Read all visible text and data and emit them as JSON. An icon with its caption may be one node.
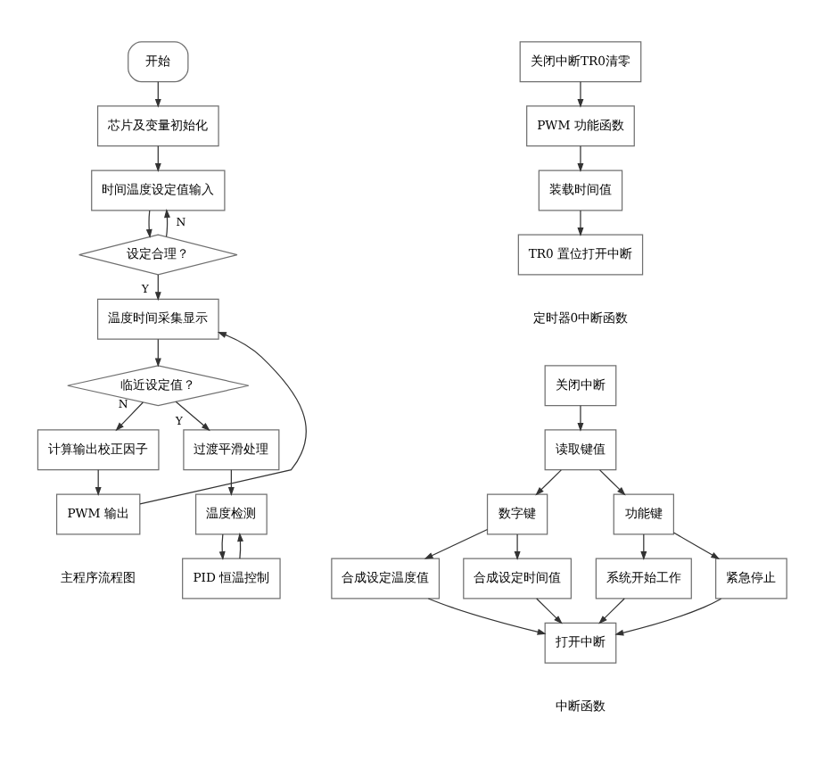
{
  "diagram": {
    "nodes": [
      {
        "text": [
          "开始"
        ]
      },
      {
        "text": [
          "芯片及变量初始化"
        ]
      },
      {
        "text": [
          "时间温度设定值输入"
        ]
      },
      {
        "text": [
          "设定合理？"
        ]
      },
      {
        "text": [
          "温度时间采集显示"
        ]
      },
      {
        "text": [
          "临近设定值？"
        ]
      },
      {
        "text": [
          "计算输出校正因子"
        ]
      },
      {
        "text": [
          "PWM 输出"
        ]
      },
      {
        "text": [
          "过渡平滑处理"
        ]
      },
      {
        "text": [
          "温度检测"
        ]
      },
      {
        "text": [
          "PID 恒温控制"
        ]
      },
      {
        "text": [
          "关闭中断TR0清零"
        ]
      },
      {
        "text": [
          "PWM 功能函数"
        ]
      },
      {
        "text": [
          "装载时间值"
        ]
      },
      {
        "text": [
          "TR0 置位打开中断"
        ]
      },
      {
        "text": [
          "关闭中断"
        ]
      },
      {
        "text": [
          "读取键值"
        ]
      },
      {
        "text": [
          "数字键"
        ]
      },
      {
        "text": [
          "功能键"
        ]
      },
      {
        "text": [
          "合成设定温度值"
        ]
      },
      {
        "text": [
          "合成设定时间值"
        ]
      },
      {
        "text": [
          "系统开始工作"
        ]
      },
      {
        "text": [
          "紧急停止"
        ]
      },
      {
        "text": [
          "打开中断"
        ]
      }
    ],
    "edges": [
      {
        "from": 0,
        "to": 1,
        "arrow": "to"
      },
      {
        "from": 1,
        "to": 2,
        "arrow": "to"
      },
      {
        "from": 2,
        "to": 3,
        "arrow": "to"
      },
      {
        "from": 3,
        "to": 2,
        "arrow": "to",
        "label": "N"
      },
      {
        "from": 3,
        "to": 4,
        "arrow": "to",
        "label": "Y"
      },
      {
        "from": 4,
        "to": 5,
        "arrow": "to"
      },
      {
        "from": 5,
        "to": 6,
        "arrow": "to",
        "label": "N"
      },
      {
        "from": 5,
        "to": 8,
        "arrow": "to",
        "label": "Y"
      },
      {
        "from": 6,
        "to": 7,
        "arrow": "to"
      },
      {
        "from": 7,
        "to": 4,
        "arrow": "to"
      },
      {
        "from": 8,
        "to": 9,
        "arrow": "to"
      },
      {
        "from": 9,
        "to": 10,
        "arrow": "to"
      },
      {
        "from": 10,
        "to": 9,
        "arrow": "to"
      },
      {
        "from": 11,
        "to": 12,
        "arrow": "to"
      },
      {
        "from": 12,
        "to": 13,
        "arrow": "to"
      },
      {
        "from": 13,
        "to": 14,
        "arrow": "to"
      },
      {
        "from": 15,
        "to": 16,
        "arrow": "to"
      },
      {
        "from": 16,
        "to": 17,
        "arrow": "to"
      },
      {
        "from": 16,
        "to": 18,
        "arrow": "to"
      },
      {
        "from": 17,
        "to": 19,
        "arrow": "to"
      },
      {
        "from": 17,
        "to": 20,
        "arrow": "to"
      },
      {
        "from": 18,
        "to": 21,
        "arrow": "to"
      },
      {
        "from": 18,
        "to": 22,
        "arrow": "to"
      },
      {
        "from": 19,
        "to": 23,
        "arrow": "to"
      },
      {
        "from": 20,
        "to": 23,
        "arrow": "to"
      },
      {
        "from": 21,
        "to": 23,
        "arrow": "to"
      },
      {
        "from": 22,
        "to": 23,
        "arrow": "to"
      }
    ],
    "labels": [
      "主程序流程图",
      "定时器0中断函数",
      "中断函数"
    ]
  }
}
